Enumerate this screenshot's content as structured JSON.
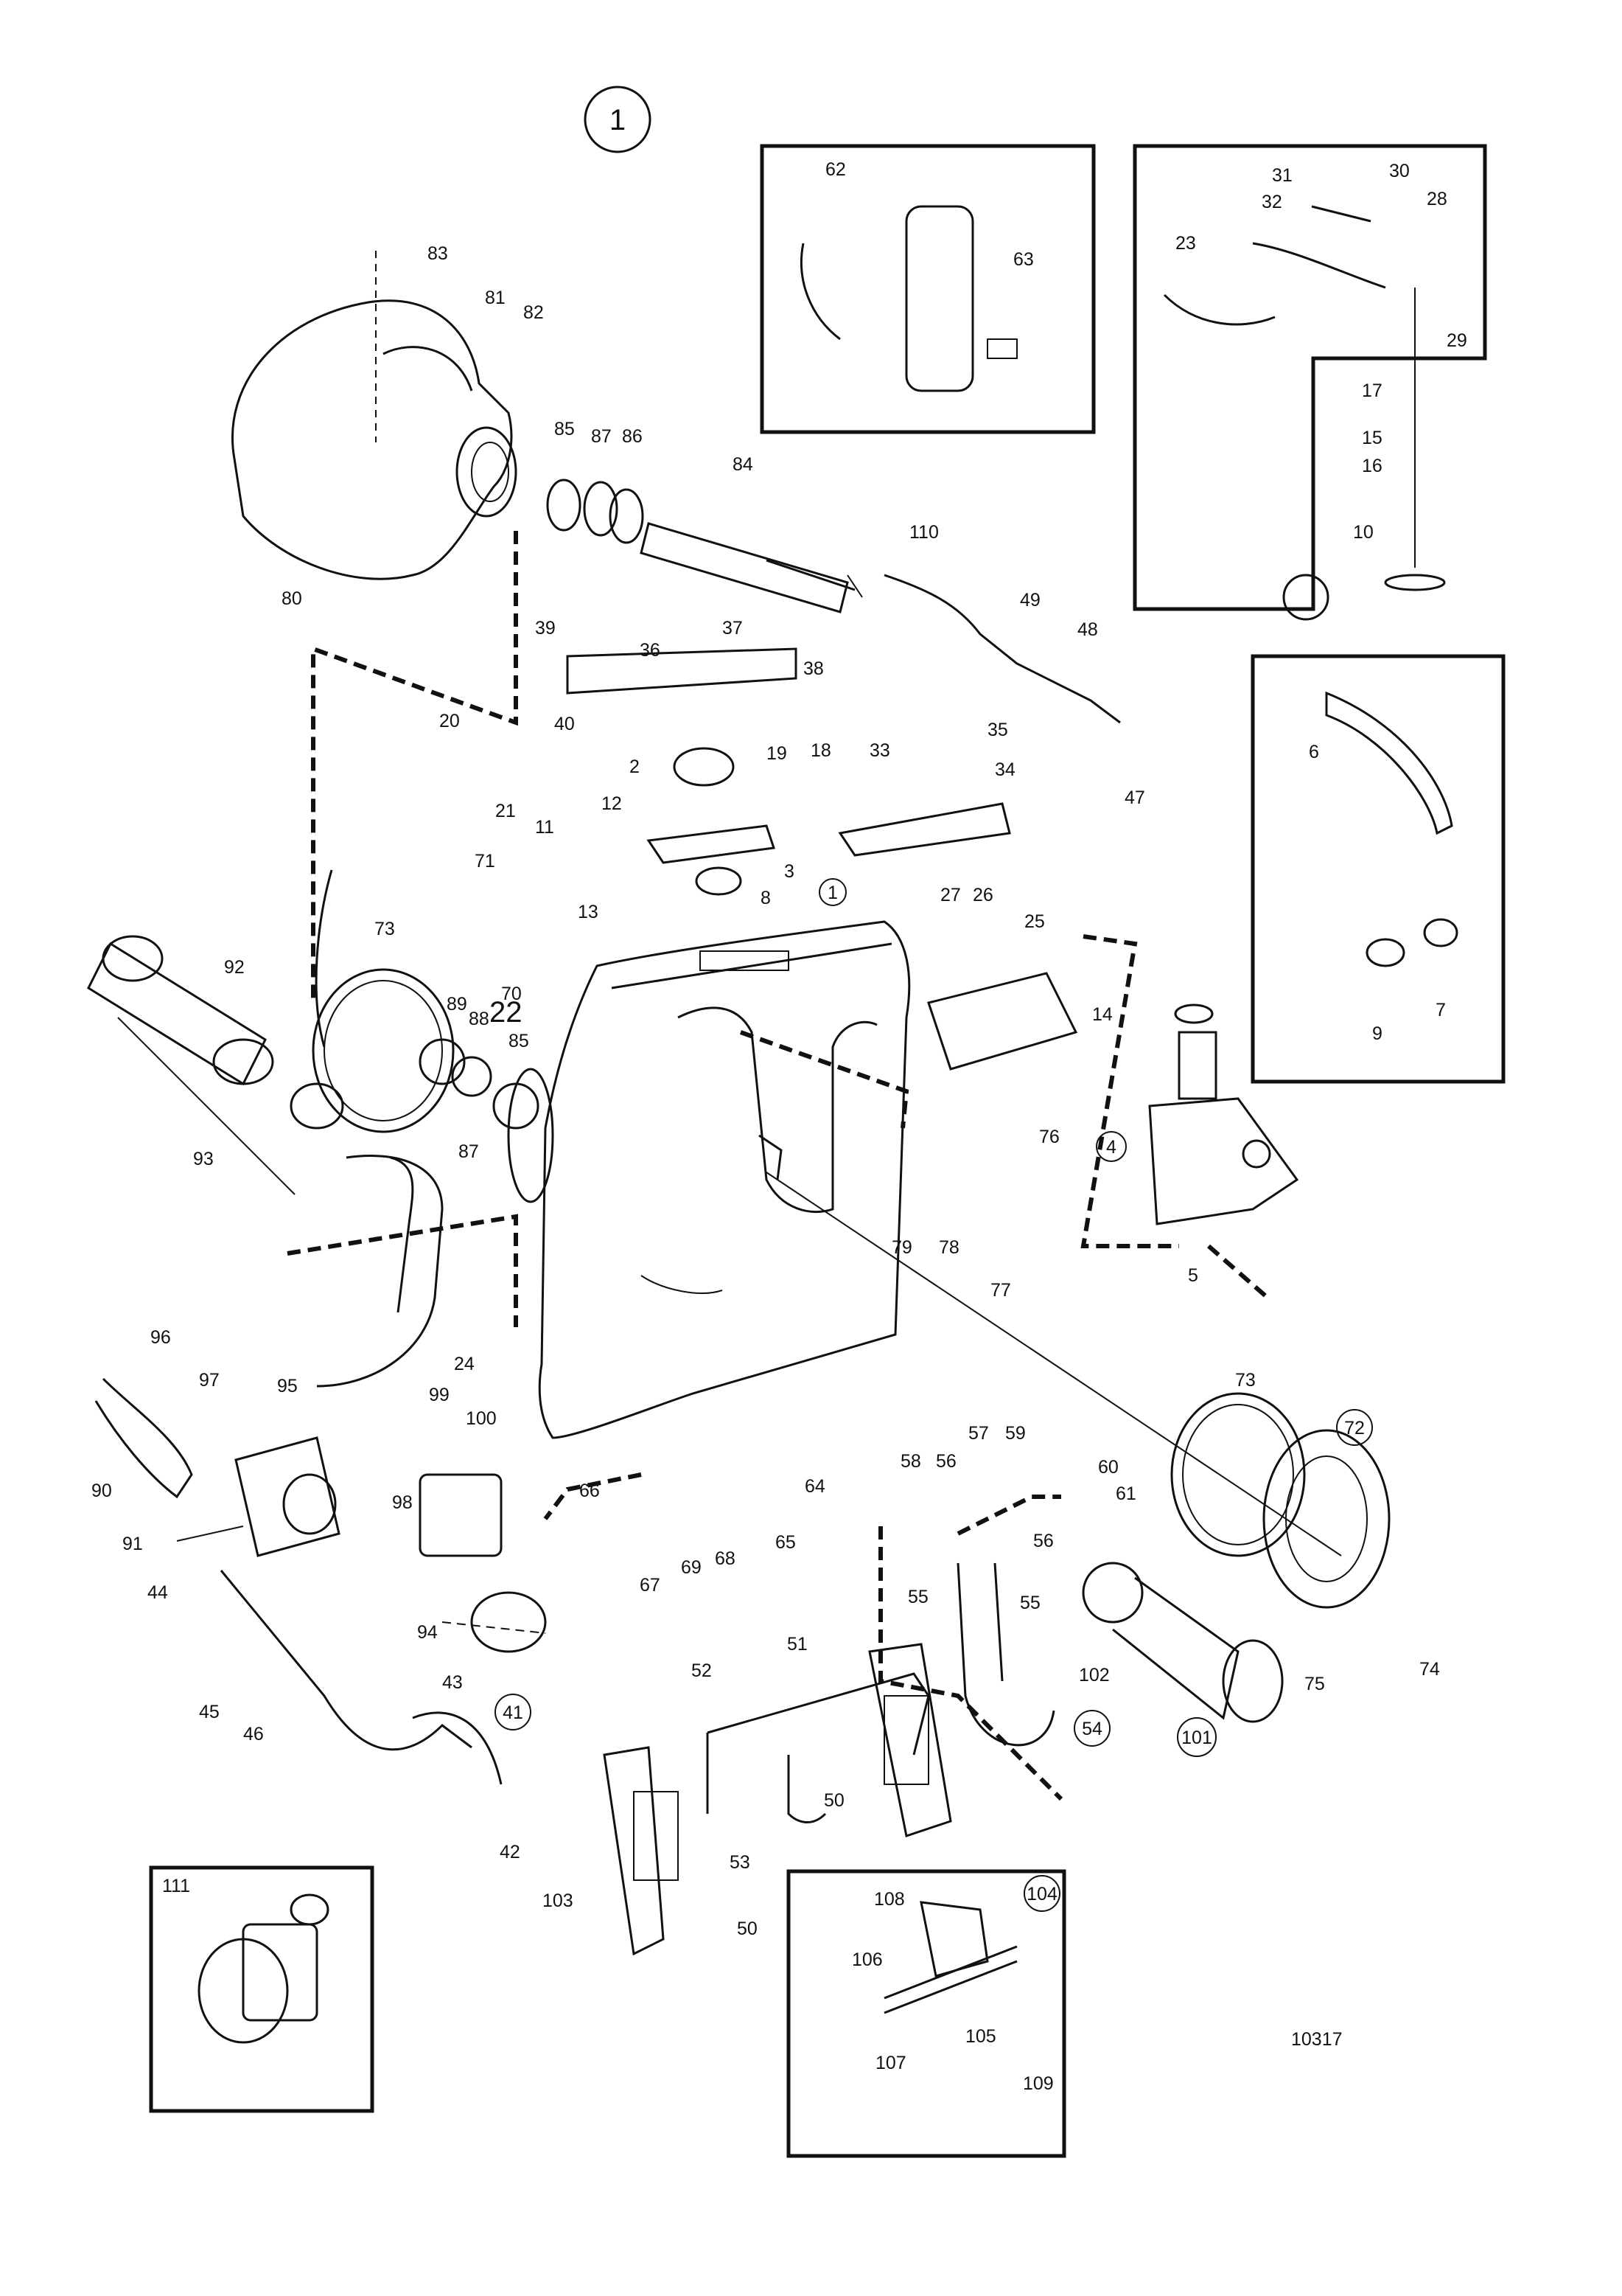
{
  "diagram": {
    "callout_main": "1",
    "drawing_number": "10317",
    "labels": [
      "83",
      "81",
      "82",
      "85",
      "87",
      "86",
      "84",
      "80",
      "62",
      "63",
      "31",
      "30",
      "32",
      "28",
      "23",
      "29",
      "17",
      "15",
      "16",
      "10",
      "110",
      "49",
      "48",
      "47",
      "39",
      "37",
      "36",
      "38",
      "40",
      "20",
      "21",
      "2",
      "19",
      "18",
      "12",
      "11",
      "13",
      "3",
      "35",
      "34",
      "33",
      "27",
      "26",
      "25",
      "1",
      "8",
      "71",
      "73",
      "70",
      "22",
      "92",
      "89",
      "88",
      "85",
      "87",
      "93",
      "14",
      "9",
      "7",
      "6",
      "4",
      "76",
      "79",
      "78",
      "5",
      "77",
      "96",
      "97",
      "95",
      "99",
      "100",
      "24",
      "90",
      "91",
      "98",
      "66",
      "64",
      "69",
      "68",
      "65",
      "67",
      "94",
      "58",
      "56",
      "57",
      "59",
      "60",
      "61",
      "56",
      "55",
      "55",
      "44",
      "45",
      "46",
      "43",
      "41",
      "52",
      "51",
      "53",
      "50",
      "42",
      "103",
      "54",
      "102",
      "101",
      "73",
      "72",
      "75",
      "74",
      "50",
      "108",
      "104",
      "106",
      "105",
      "107",
      "109",
      "111"
    ],
    "circled": [
      "1",
      "4",
      "41",
      "54",
      "101",
      "72",
      "104"
    ]
  }
}
